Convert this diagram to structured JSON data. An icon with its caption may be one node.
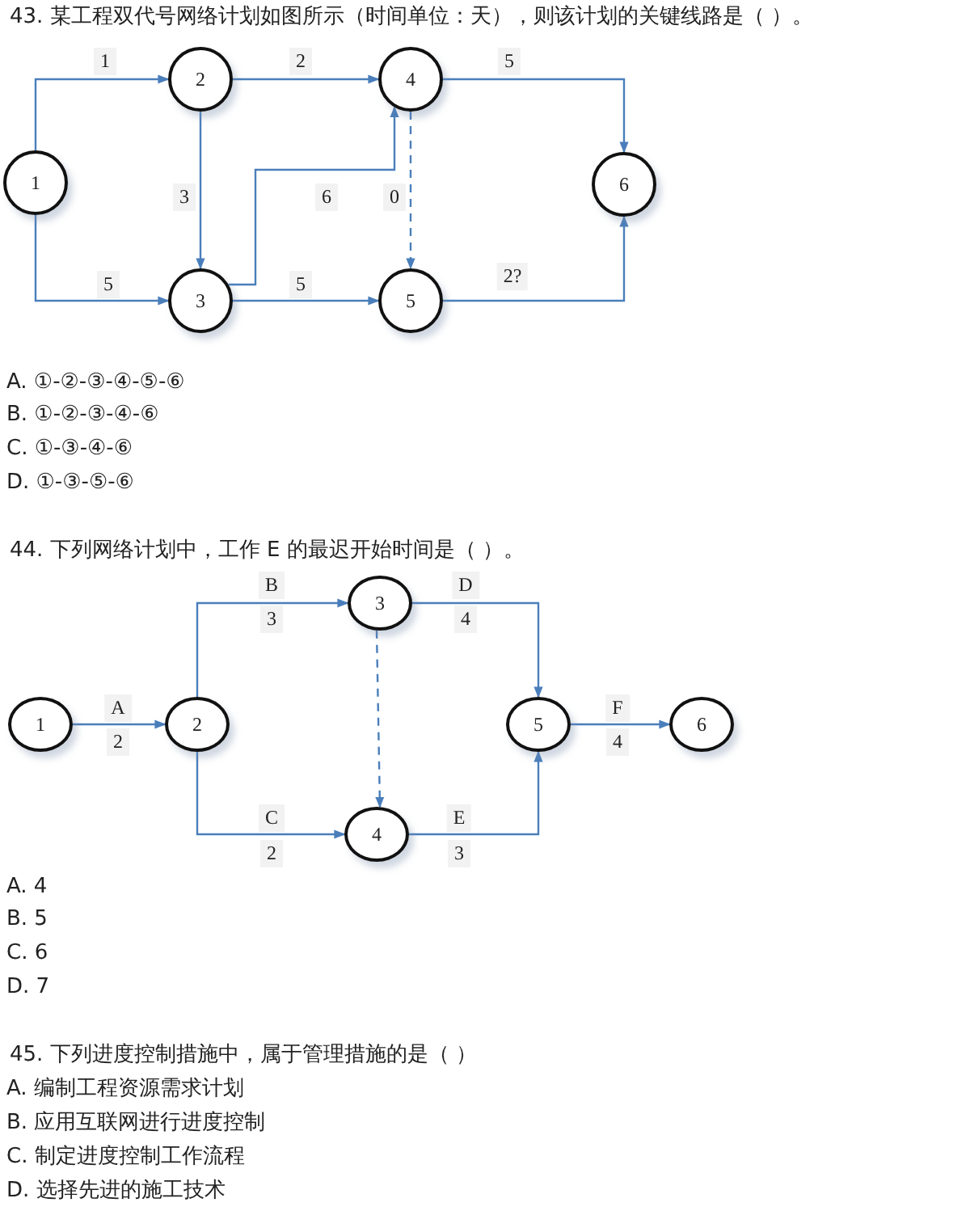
{
  "diagram": {
    "nodes": [
      {
        "text": [
          "1"
        ]
      },
      {
        "text": [
          "2"
        ]
      },
      {
        "text": [
          "4"
        ]
      },
      {
        "text": [
          "6"
        ]
      },
      {
        "text": [
          "3"
        ]
      },
      {
        "text": [
          "5"
        ]
      },
      {
        "text": [
          "1"
        ]
      },
      {
        "text": [
          "2"
        ]
      },
      {
        "text": [
          "3"
        ]
      },
      {
        "text": [
          "4"
        ]
      },
      {
        "text": [
          "5"
        ]
      },
      {
        "text": [
          "6"
        ]
      }
    ],
    "edges": [
      {
        "from": 0,
        "to": 1,
        "arrow": "to",
        "label": "1"
      },
      {
        "from": 1,
        "to": 2,
        "arrow": "to",
        "label": "2"
      },
      {
        "from": 2,
        "to": 3,
        "arrow": "to",
        "label": "5"
      },
      {
        "from": 1,
        "to": 4,
        "arrow": "to",
        "label": "3"
      },
      {
        "from": 4,
        "to": 2,
        "arrow": "to",
        "label": "6"
      },
      {
        "from": 2,
        "to": 5,
        "arrow": "to",
        "label": "0",
        "style": "dashed"
      },
      {
        "from": 0,
        "to": 4,
        "arrow": "to",
        "label": "5"
      },
      {
        "from": 4,
        "to": 5,
        "arrow": "to",
        "label": "5"
      },
      {
        "from": 5,
        "to": 3,
        "arrow": "to",
        "label": "2?"
      },
      {
        "from": 7,
        "to": 8,
        "arrow": "to",
        "label": "B"
      },
      {
        "from": 8,
        "to": 10,
        "arrow": "to",
        "label": "D"
      },
      {
        "from": 6,
        "to": 7,
        "arrow": "to",
        "label": "A"
      },
      {
        "from": 8,
        "to": 9,
        "arrow": "to",
        "style": "dashed"
      },
      {
        "from": 10,
        "to": 11,
        "arrow": "to",
        "label": "F"
      },
      {
        "from": 7,
        "to": 9,
        "arrow": "to",
        "label": "C"
      },
      {
        "from": 9,
        "to": 10,
        "arrow": "to",
        "label": "E"
      }
    ],
    "labels": [
      "43. 某工程双代号网络计划如图所示（时间单位：天），则该计划的关键线路是（ ）。",
      "A. ①-②-③-④-⑤-⑥",
      "B. ①-②-③-④-⑥",
      "C. ①-③-④-⑥",
      "D. ①-③-⑤-⑥",
      "44. 下列网络计划中，工作 E 的最迟开始时间是（ ）。",
      "3",
      "4",
      "2",
      "4",
      "2",
      "3",
      "A. 4",
      "B. 5",
      "C. 6",
      "D. 7",
      "45. 下列进度控制措施中，属于管理措施的是（ ）",
      "A. 编制工程资源需求计划",
      "B. 应用互联网进行进度控制",
      "C. 制定进度控制工作流程",
      "D. 选择先进的施工技术"
    ]
  }
}
